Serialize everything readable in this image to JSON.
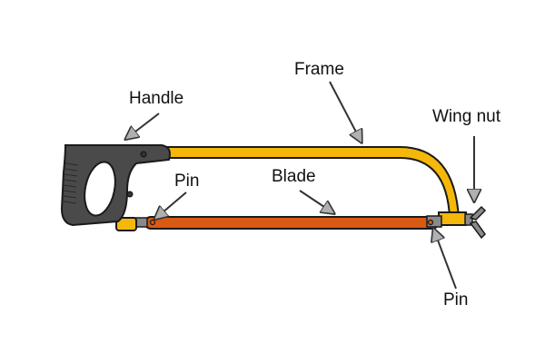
{
  "title": "Hacksaw parts",
  "labels": {
    "handle": "Handle",
    "frame": "Frame",
    "wing_nut": "Wing nut",
    "pin_left": "Pin",
    "blade": "Blade",
    "pin_right": "Pin"
  },
  "colors": {
    "frame": "#f5b80a",
    "blade": "#d95a12",
    "handle": "#4a4a4a",
    "fitting": "#8a8a8a",
    "outline": "#1a1a1a",
    "arrow": "#9a9a9a"
  }
}
